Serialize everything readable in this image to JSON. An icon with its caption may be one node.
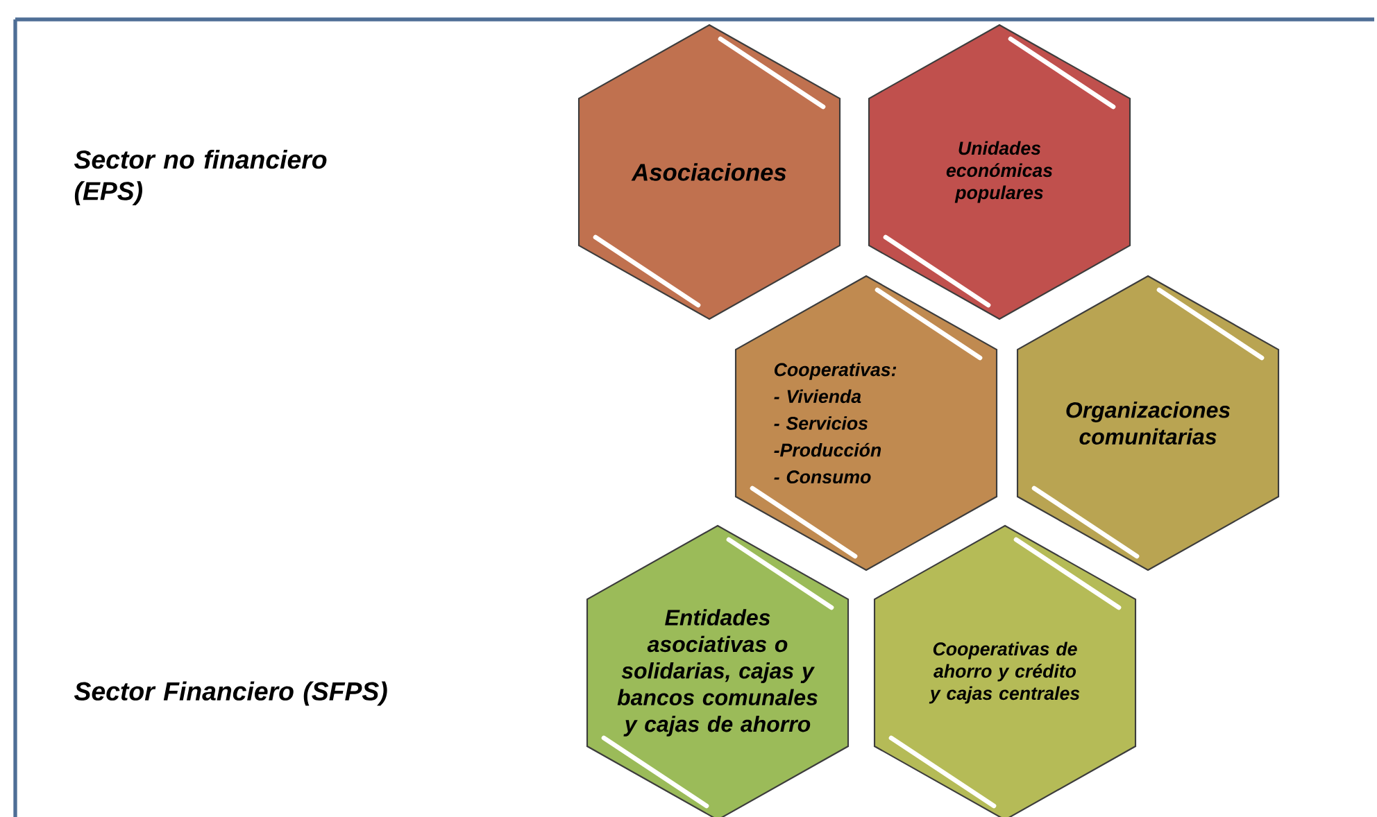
{
  "diagram": {
    "nodes": [
      {
        "text": [
          "Asociaciones"
        ]
      },
      {
        "text": [
          "Unidades económicas populares"
        ]
      },
      {
        "text": [
          "Cooperativas:",
          "- Vivienda",
          "- Servicios",
          "-Producción",
          "- Consumo"
        ]
      },
      {
        "text": [
          "Organizaciones comunitarias"
        ]
      },
      {
        "text": [
          "Entidades asociativas o solidarias, cajas y bancos comunales y cajas de ahorro"
        ]
      },
      {
        "text": [
          "Cooperativas de ahorro y crédito y cajas centrales"
        ]
      }
    ],
    "labels": [
      "Sector no financiero (EPS)",
      "Sector Financiero (SFPS)"
    ]
  }
}
